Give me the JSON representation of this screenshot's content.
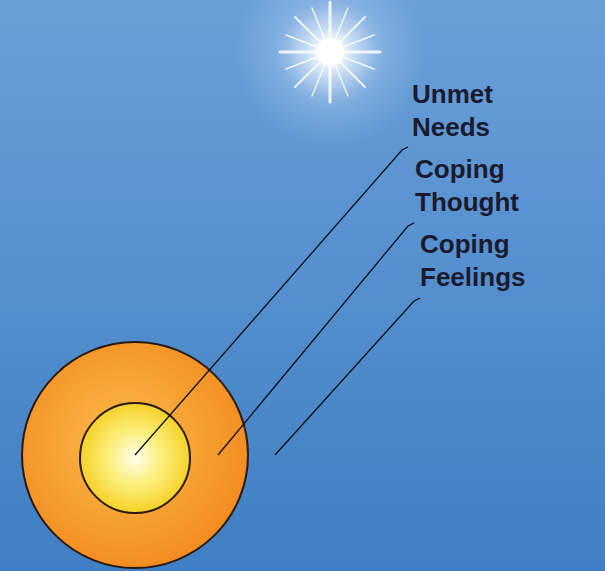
{
  "diagram": {
    "labels": [
      "Unmet Needs",
      "Coping Thought",
      "Coping Feelings"
    ]
  }
}
